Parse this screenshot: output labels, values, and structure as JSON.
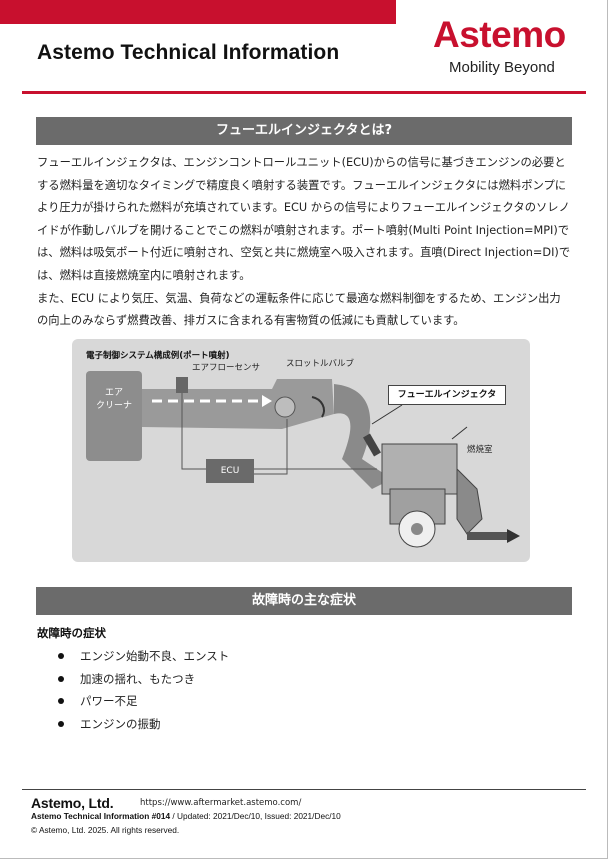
{
  "header": {
    "title": "Astemo Technical Information",
    "logo_word": "Astemo",
    "logo_tagline": "Mobility Beyond",
    "brand_color": "#c8102e"
  },
  "section1": {
    "heading": "フューエルインジェクタとは?",
    "paragraphs": [
      "フューエルインジェクタは、エンジンコントロールユニット(ECU)からの信号に基づきエンジンの必要とする燃料量を適切なタイミングで精度良く噴射する装置です。フューエルインジェクタには燃料ポンプにより圧力が掛けられた燃料が充填されています。ECU からの信号によりフューエルインジェクタのソレノイドが作動しバルブを開けることでこの燃料が噴射されます。ポート噴射(Multi Point Injection=MPI)では、燃料は吸気ポート付近に噴射され、空気と共に燃焼室へ吸入されます。直噴(Direct Injection=DI)では、燃料は直接燃焼室内に噴射されます。",
      "また、ECU により気圧、気温、負荷などの運転条件に応じて最適な燃料制御をするため、エンジン出力の向上のみならず燃費改善、排ガスに含まれる有害物質の低減にも貢献しています。"
    ]
  },
  "figure": {
    "caption": "電子制御システム構成例(ポート噴射)",
    "labels": {
      "air_cleaner": "エア\nクリーナ",
      "air_flow_sensor": "エアフローセンサ",
      "throttle_valve": "スロットルバルブ",
      "fuel_injector": "フューエルインジェクタ",
      "combustion_chamber": "燃焼室",
      "ecu": "ECU"
    }
  },
  "section2": {
    "heading": "故障時の主な症状",
    "subheading": "故障時の症状",
    "symptoms": [
      "エンジン始動不良、エンスト",
      "加速の揺れ、もたつき",
      "パワー不足",
      "エンジンの振動"
    ]
  },
  "footer": {
    "company": "Astemo, Ltd.",
    "url": "https://www.aftermarket.astemo.com/",
    "doc_id": "Astemo Technical Information #014",
    "dates": " / Updated: 2021/Dec/10, Issued: 2021/Dec/10",
    "copyright": "© Astemo, Ltd. 2025. All rights reserved."
  }
}
